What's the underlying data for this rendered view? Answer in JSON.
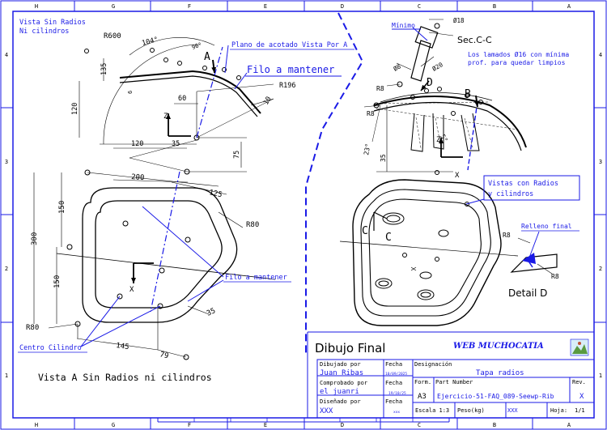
{
  "border": {
    "columns_top": [
      "H",
      "G",
      "F",
      "E",
      "D",
      "C",
      "B",
      "A"
    ],
    "columns_bottom": [
      "H",
      "G",
      "F",
      "E",
      "D",
      "C",
      "B",
      "A"
    ],
    "rows_left": [
      "4",
      "3",
      "2",
      "1"
    ],
    "rows_right": [
      "4",
      "3",
      "2",
      "1"
    ]
  },
  "left_view": {
    "note_line1": "Vista Sin Radios",
    "note_line2": "Ni cilindros",
    "plane_note": "Plano de acotado Vista Por A",
    "keep_edge": "Filo a mantener",
    "keep_edge_2": "Filo a mantener",
    "center_cyl": "Centro Cilindro",
    "caption": "Vista A Sin Radios ni cilindros",
    "label_A": "A",
    "axis_z": "Z",
    "axis_x": "X",
    "axis_x2": "X",
    "dims": {
      "r600": "R600",
      "a104": "104°",
      "a96": "96°",
      "d135": "135",
      "d6": "6",
      "d120": "120",
      "d60": "60",
      "r196": "R196",
      "d10": "10",
      "d120b": "120",
      "d35": "35",
      "d75": "75",
      "d200": "200",
      "d125": "125",
      "d150a": "150",
      "d300": "300",
      "d150b": "150",
      "r80a": "R80",
      "r80b": "R80",
      "d35b": "35",
      "d145": "145",
      "d79": "79"
    }
  },
  "right_view": {
    "minimo": "Mínimo",
    "section": "Sec.C-C",
    "note_line1": "Los lamados Ø16 con mínima",
    "note_line2": "prof. para quedar limpios",
    "vistas_line1": "Vistas con Radios",
    "vistas_line2": "y cilindros",
    "relleno": "Relleno final",
    "detail": "Detail D",
    "label_D": "D",
    "label_B": "B",
    "label_C1": "C",
    "label_C2": "C",
    "axis_z": "Z",
    "axis_x": "X",
    "dims": {
      "d18": "Ø18",
      "d8": "Ø8",
      "d20": "Ø20",
      "r8a": "R8",
      "r8b": "R8",
      "a23": "23°",
      "d35": "35",
      "a5": "5°",
      "r8c": "R8",
      "r8d": "R8"
    }
  },
  "title_block": {
    "title": "Dibujo Final",
    "logo_text": "WEB MUCHOCATIA",
    "drawn_by_label": "Dibujado por",
    "drawn_by": "Juan Ribas",
    "date_label": "Fecha",
    "date1": "10/09/2025",
    "checked_by_label": "Comprobado por",
    "checked_by": "el juanri",
    "date_label2": "Fecha",
    "date2": "19/10/25",
    "designed_by_label": "Diseñado por",
    "designed_by": "XXX",
    "date_label3": "Fecha",
    "date3": "xxx",
    "designation_label": "Designación",
    "designation": "Tapa radios",
    "format_label": "Form.",
    "format": "A3",
    "part_label": "Part Number",
    "part_number": "Ejercicio-51-FAQ_089-Seewp-Rib",
    "rev_label": "Rev.",
    "rev": "X",
    "scale": "Escala  1:3",
    "weight_label": "Peso(kg)",
    "weight": "XXX",
    "sheet_label": "Hoja:",
    "sheet": "1/1"
  },
  "colors": {
    "line": "#000000",
    "annotation": "#1a1ae6",
    "border": "#1a1ae6"
  }
}
